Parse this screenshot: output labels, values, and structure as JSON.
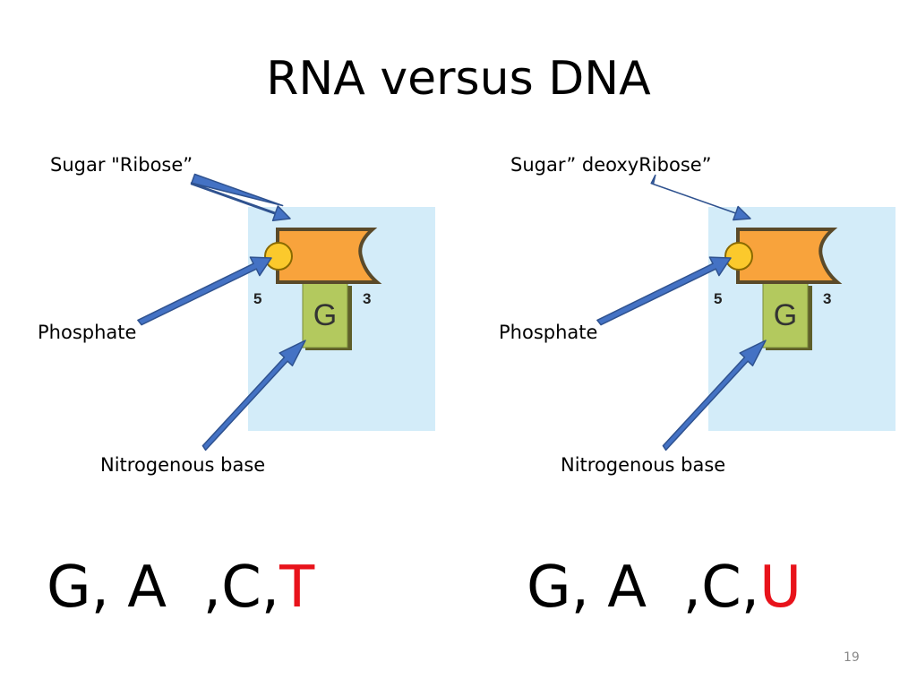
{
  "slide": {
    "title": "RNA versus DNA",
    "page_number": "19"
  },
  "colors": {
    "panel": "#d3ecf9",
    "sugar": "#f8a33c",
    "phosphate": "#fbc92c",
    "base": "#b3c95e",
    "arrow": "#4472c4",
    "highlight": "#e8131b"
  },
  "left_panel": {
    "sugar_label": "Sugar \"Ribose”",
    "phosphate_label": "Phosphate",
    "base_label": "Nitrogenous base",
    "base_letter": "G",
    "end_5": "5",
    "end_3": "3",
    "bases_prefix": "G, A  ,C,",
    "bases_highlight": "T"
  },
  "right_panel": {
    "sugar_label": "Sugar” deoxyRibose”",
    "phosphate_label": "Phosphate",
    "base_label": "Nitrogenous base",
    "base_letter": "G",
    "end_5": "5",
    "end_3": "3",
    "bases_prefix": "G, A  ,C,",
    "bases_highlight": "U"
  }
}
